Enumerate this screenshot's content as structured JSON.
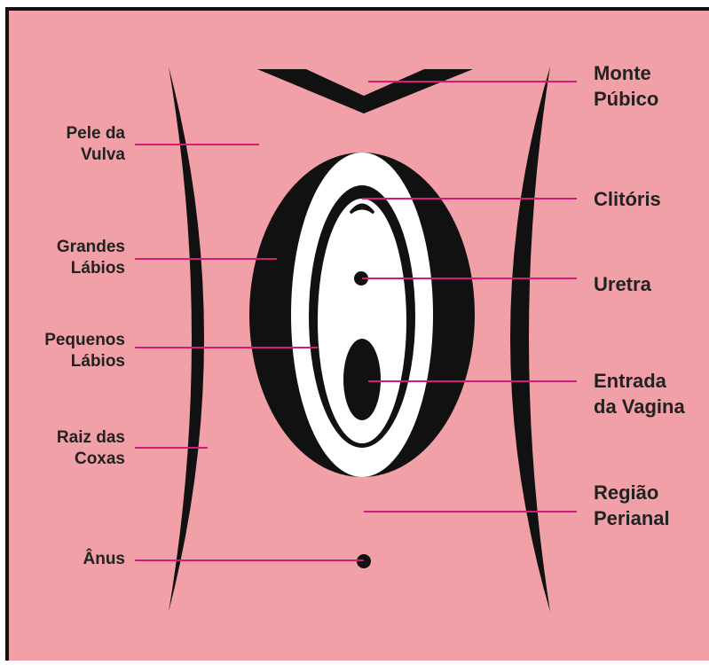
{
  "colors": {
    "background": "#f0a0a6",
    "ink": "#111111",
    "leader": "#d81b78",
    "hole": "#ffffff"
  },
  "labels": {
    "monte_pubico": [
      "Monte",
      "Púbico"
    ],
    "pele_da_vulva": [
      "Pele da",
      "Vulva"
    ],
    "clitoris": [
      "Clitóris"
    ],
    "grandes_labios": [
      "Grandes",
      "Lábios"
    ],
    "uretra": [
      "Uretra"
    ],
    "pequenos_labios": [
      "Pequenos",
      "Lábios"
    ],
    "entrada_da_vagina": [
      "Entrada",
      "da Vagina"
    ],
    "raiz_das_coxas": [
      "Raiz das",
      "Coxas"
    ],
    "regiao_perianal": [
      "Região",
      "Perianal"
    ],
    "anus": [
      "Ânus"
    ]
  }
}
